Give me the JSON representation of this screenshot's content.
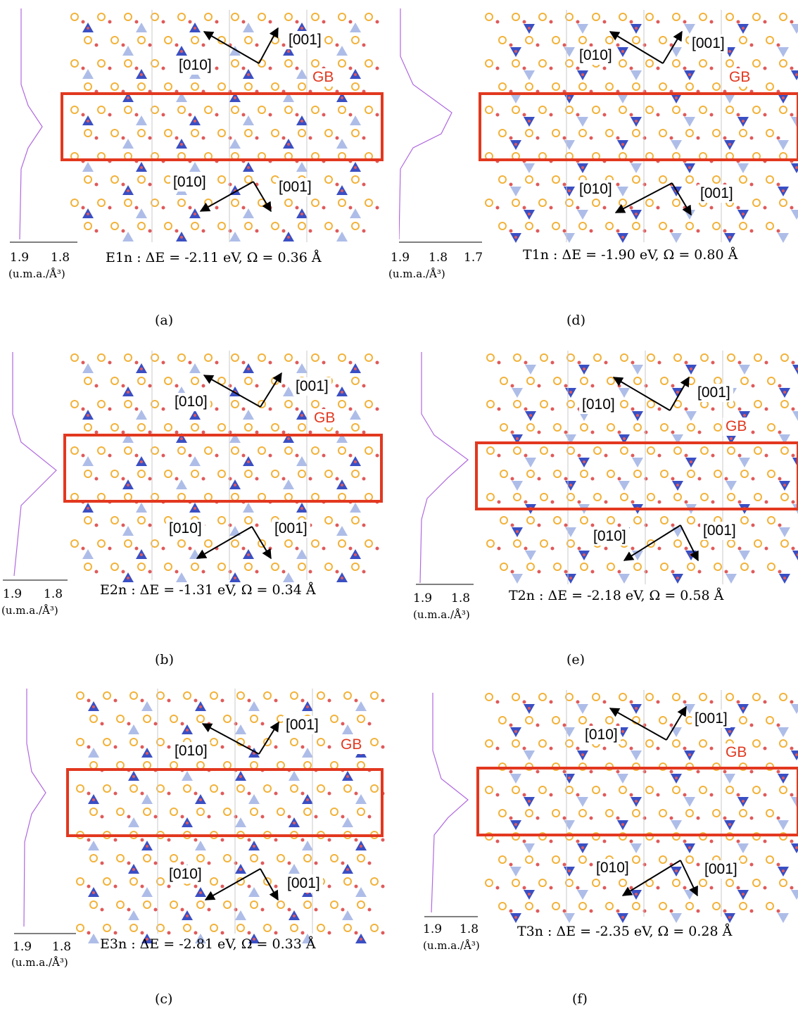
{
  "panels": [
    {
      "id": "a",
      "sublabel": "(a)",
      "caption": "E1n : ΔE = -2.11 eV, Ω = 0.36 Å",
      "ticks": [
        "1.9",
        "1.8"
      ],
      "unit": "(u.m.a./Å³)",
      "dir1": "[010]",
      "dir2": "[001]",
      "dir3": "[010]",
      "dir4": "[001]",
      "gb": "GB"
    },
    {
      "id": "d",
      "sublabel": "(d)",
      "caption": "T1n : ΔE = -1.90 eV, Ω = 0.80 Å",
      "ticks": [
        "1.9",
        "1.8",
        "1.7"
      ],
      "unit": "(u.m.a./Å³)",
      "dir1": "[010]",
      "dir2": "[001]",
      "dir3": "[010]",
      "dir4": "[001]",
      "gb": "GB"
    },
    {
      "id": "b",
      "sublabel": "(b)",
      "caption": "E2n : ΔE = -1.31 eV, Ω = 0.34 Å",
      "ticks": [
        "1.9",
        "1.8"
      ],
      "unit": "(u.m.a./Å³)",
      "dir1": "[010]",
      "dir2": "[001]",
      "dir3": "[010]",
      "dir4": "[001]",
      "gb": "GB"
    },
    {
      "id": "e",
      "sublabel": "(e)",
      "caption": "T2n : ΔE = -2.18 eV, Ω = 0.58 Å",
      "ticks": [
        "1.9",
        "1.8"
      ],
      "unit": "(u.m.a./Å³)",
      "dir1": "[010]",
      "dir2": "[001]",
      "dir3": "[010]",
      "dir4": "[001]",
      "gb": "GB"
    },
    {
      "id": "c",
      "sublabel": "(c)",
      "caption": "E3n : ΔE = -2.81 eV, Ω = 0.33 Å",
      "ticks": [
        "1.9",
        "1.8"
      ],
      "unit": "(u.m.a./Å³)",
      "dir1": "[010]",
      "dir2": "[001]",
      "dir3": "[010]",
      "dir4": "[001]",
      "gb": "GB"
    },
    {
      "id": "f",
      "sublabel": "(f)",
      "caption": "T3n : ΔE = -2.35 eV, Ω = 0.28 Å",
      "ticks": [
        "1.9",
        "1.8"
      ],
      "unit": "(u.m.a./Å³)",
      "dir1": "[010]",
      "dir2": "[001]",
      "dir3": "[010]",
      "dir4": "[001]",
      "gb": "GB"
    }
  ],
  "colors": {
    "gb_box": "#e2381f",
    "tetra_dark": "#3a4fc4",
    "tetra_light": "#aebde8",
    "atom_gold": "#f2b23a",
    "atom_red": "#e05a5a",
    "profile": "#b068e0"
  }
}
